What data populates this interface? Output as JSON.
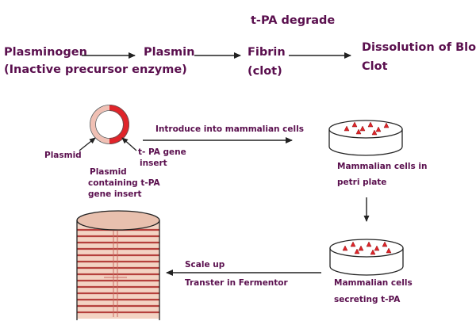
{
  "colors": {
    "text": "#5a0f4e",
    "insert": "#e0242a",
    "cylinder_stripe": "#b5403c",
    "cylinder_fill": "#f3d3c3",
    "outline": "#222222"
  },
  "pathway": {
    "heading": "t-PA degrade",
    "step1_line1": "Plasminogen",
    "step1_line2": "(Inactive precursor enzyme)",
    "step2": "Plasmin",
    "step3_line1": "Fibrin",
    "step3_line2": "(clot)",
    "step4_line1": "Dissolution of Blood",
    "step4_line2": "Clot"
  },
  "process": {
    "plasmid_label": "Plasmid",
    "insert_label_line1": "t- PA gene",
    "insert_label_line2": "insert",
    "plasmid_caption_line1": "Plasmid",
    "plasmid_caption_line2": "containing t-PA",
    "plasmid_caption_line3": "gene insert",
    "introduce_label": "Introduce into mammalian cells",
    "petri1_line1": "Mammalian cells in",
    "petri1_line2": "petri plate",
    "petri2_line1": "Mammalian cells",
    "petri2_line2": "secreting t-PA",
    "scale_up": "Scale up",
    "transfer": "Transter in Fermentor"
  }
}
